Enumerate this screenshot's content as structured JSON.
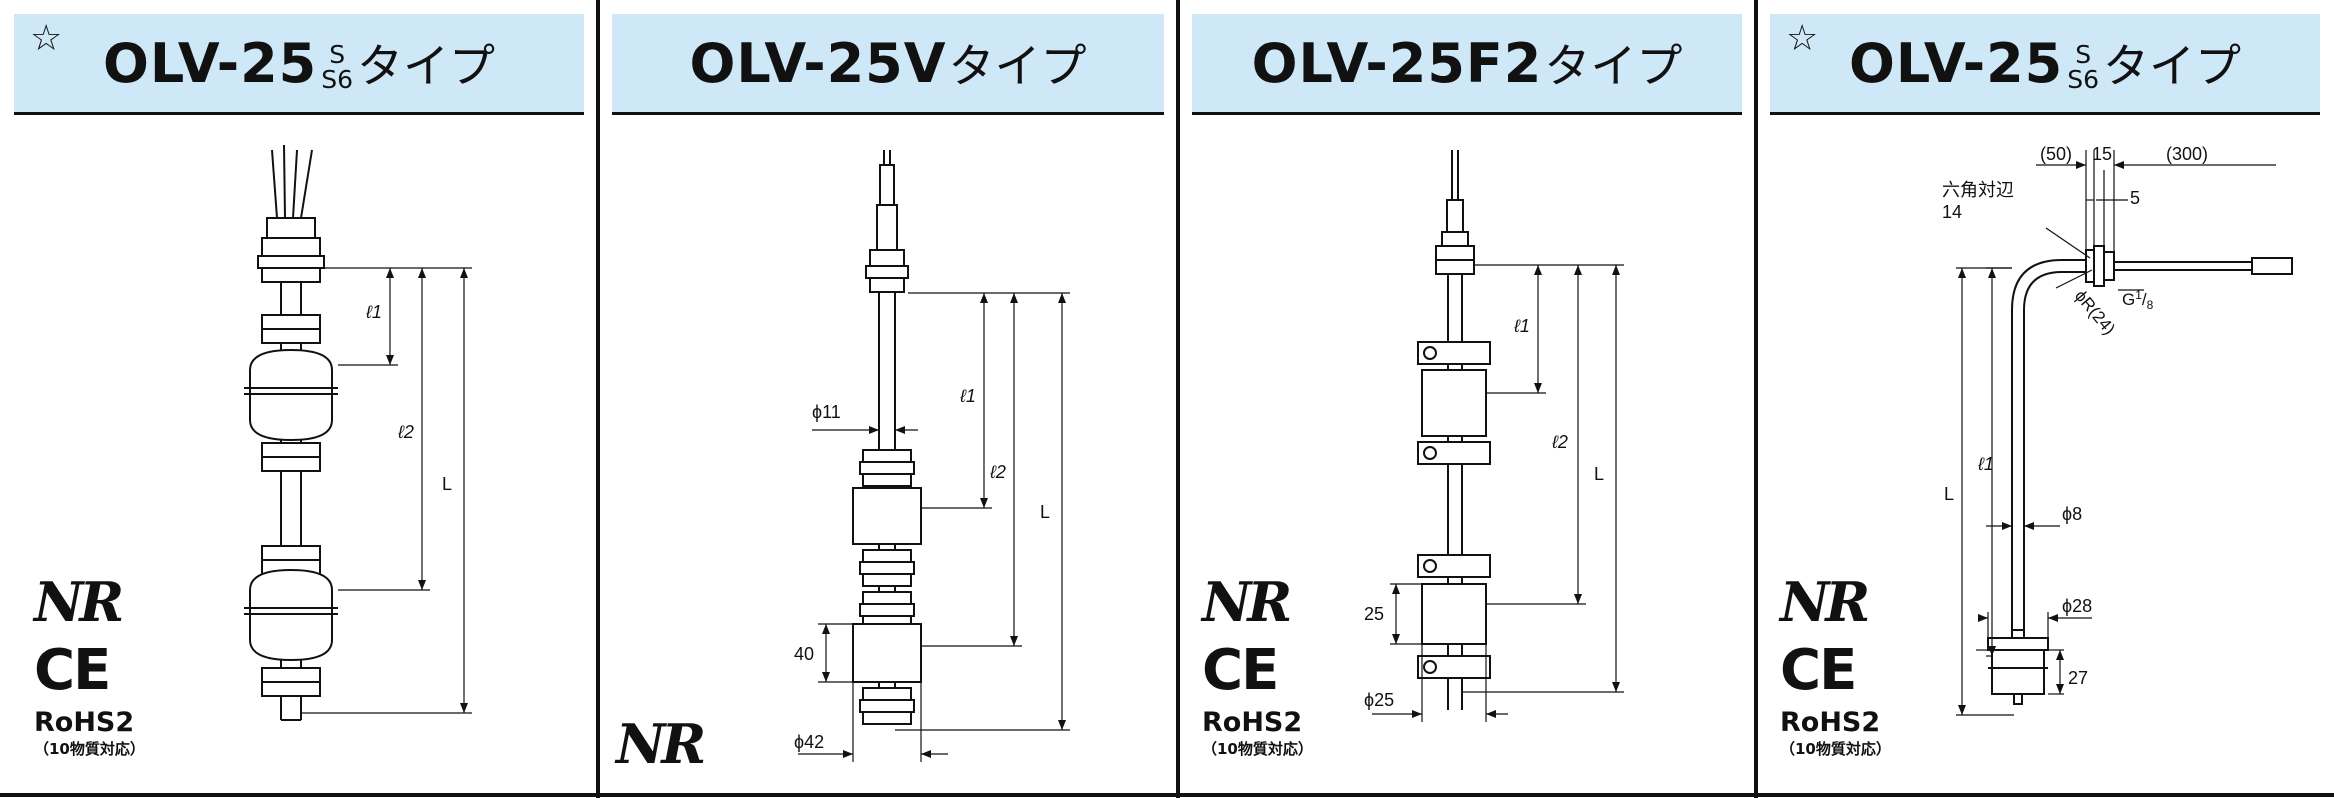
{
  "panels": [
    {
      "star": "☆",
      "model": "OLV-25",
      "sub_top": "S",
      "sub_bottom": "S6",
      "suffix": "タイプ",
      "dims": {
        "l1": "ℓ1",
        "l2": "ℓ2",
        "L": "L"
      },
      "certs": {
        "nr": "NR",
        "ce": "CE",
        "rohs": "RoHS2",
        "rohs_note": "（10物質対応）"
      }
    },
    {
      "model": "OLV-25V",
      "suffix": "タイプ",
      "dims": {
        "d11": "ϕ11",
        "l1": "ℓ1",
        "l2": "ℓ2",
        "L": "L",
        "h40": "40",
        "d42": "ϕ42"
      },
      "certs": {
        "nr": "NR"
      }
    },
    {
      "model": "OLV-25F2",
      "suffix": "タイプ",
      "dims": {
        "l1": "ℓ1",
        "l2": "ℓ2",
        "L": "L",
        "h25": "25",
        "d25": "ϕ25"
      },
      "certs": {
        "nr": "NR",
        "ce": "CE",
        "rohs": "RoHS2",
        "rohs_note": "（10物質対応）"
      }
    },
    {
      "star": "☆",
      "model": "OLV-25",
      "sub_top": "S",
      "sub_bottom": "S6",
      "suffix": "タイプ",
      "dims": {
        "hex_label": "六角対辺",
        "hex_value": "14",
        "w50": "(50)",
        "w15": "15",
        "w300": "(300)",
        "w5": "5",
        "g": "G",
        "g_num": "1",
        "g_den": "8",
        "radius": "ϕR(24)",
        "L": "L",
        "l1": "ℓ1",
        "d8": "ϕ8",
        "d28": "ϕ28",
        "h27": "27"
      },
      "certs": {
        "nr": "NR",
        "ce": "CE",
        "rohs": "RoHS2",
        "rohs_note": "（10物質対応）"
      }
    }
  ]
}
